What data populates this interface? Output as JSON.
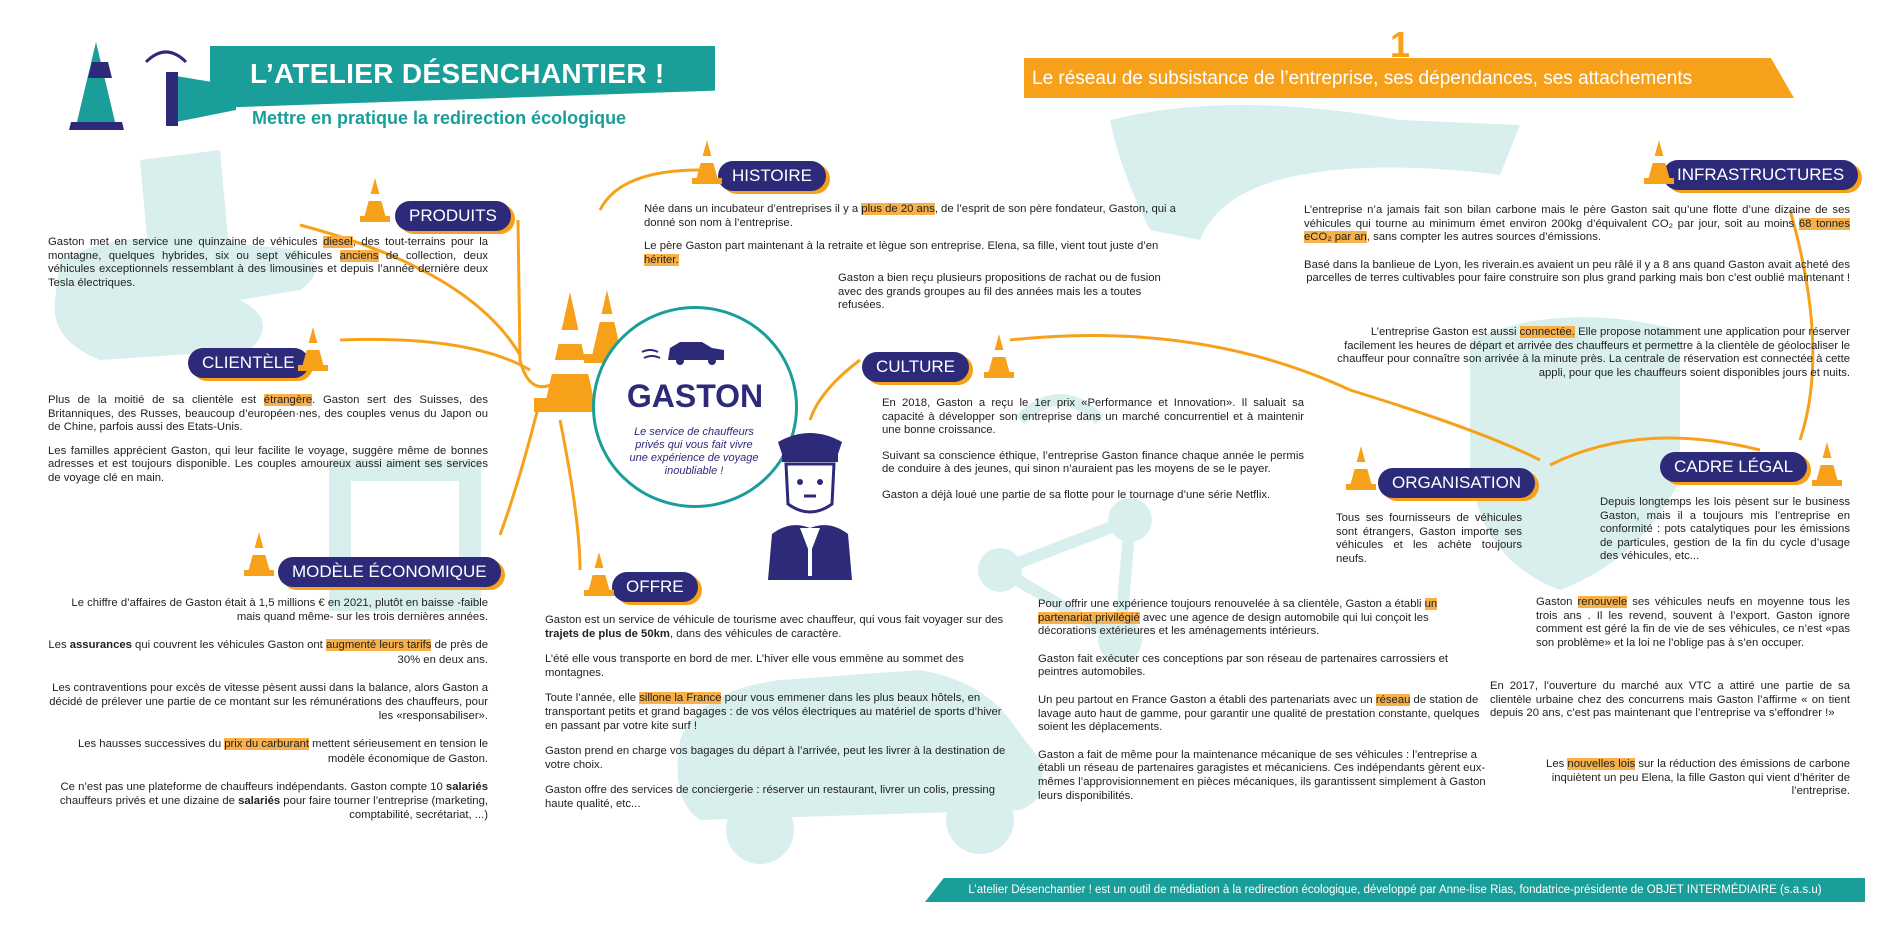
{
  "header": {
    "title": "L’ATELIER DÉSENCHANTIER !",
    "subtitle": "Mettre en pratique la redirection écologique",
    "number": "1",
    "banner": "Le réseau de subsistance de l’entreprise, ses dépendances, ses attachements"
  },
  "center": {
    "name": "GASTON",
    "tagline": "Le service de chauffeurs privés qui vous fait vivre une expérience de voyage inoubliable !"
  },
  "sections": {
    "produits": {
      "label": "PRODUITS",
      "p1": {
        "a": "Gaston met en service une quinzaine de véhicules ",
        "h1": "diesel",
        "b": ", des tout-terrains pour la montagne, quelques hybrides, six ou sept véhicules ",
        "h2": "anciens",
        "c": " de collection, deux véhicules exceptionnels ressemblant à des limousines et depuis l’année dernière deux Tesla électriques."
      }
    },
    "clientele": {
      "label": "CLIENTÈLE",
      "p1": {
        "a": "Plus de la moitié de sa clientèle est ",
        "h": "étrangère",
        "b": ". Gaston sert des Suisses, des Britanniques, des Russes, beaucoup d’européen·nes, des couples venus du Japon ou de Chine, parfois aussi des Etats-Unis."
      },
      "p2": "Les familles apprécient Gaston, qui leur facilite le voyage, suggère même de bonnes adresses et est toujours disponible. Les couples amoureux aussi aiment ses services de voyage clé en main."
    },
    "modele": {
      "label": "MODÈLE ÉCONOMIQUE",
      "p1": "Le chiffre d’affaires de Gaston était à 1,5 millions € en 2021, plutôt en baisse -faible mais quand même- sur les trois dernières années.",
      "p2": {
        "a": "Les ",
        "b1": "assurances",
        "b": " qui couvrent les véhicules Gaston ont ",
        "h": "augmenté leurs tarifs",
        "c": " de près de 30% en deux ans."
      },
      "p3": "Les contraventions pour excès de vitesse pèsent aussi dans la balance, alors Gaston a décidé de prélever une partie de ce montant sur les rémunérations des chauffeurs, pour les «responsabiliser».",
      "p4": {
        "a": "Les hausses successives du ",
        "h": "prix du carburant",
        "b": " mettent sérieusement en tension le modèle économique de Gaston."
      },
      "p5": {
        "a": "Ce n’est pas une plateforme de chauffeurs indépendants. Gaston compte 10 ",
        "b1": "salariés",
        "b": " chauffeurs privés et une dizaine de ",
        "b2": "salariés",
        "c": " pour faire tourner l’entreprise (marketing, comptabilité, secrétariat, ...)"
      }
    },
    "histoire": {
      "label": "HISTOIRE",
      "p1": {
        "a": "Née dans un incubateur d’entreprises il y a ",
        "h": "plus de 20 ans",
        "b": ", de l’esprit de son père fondateur, Gaston, qui a donné son nom à l’entreprise."
      },
      "p2": {
        "a": "Le père Gaston part maintenant à la retraite et lègue son entreprise.  Elena, sa fille, vient tout juste d’en ",
        "h": "hériter."
      },
      "p3": "Gaston a bien reçu plusieurs propositions de rachat ou de fusion avec des grands groupes au fil des années mais les a toutes refusées."
    },
    "culture": {
      "label": "CULTURE",
      "p1": "En 2018, Gaston a reçu le 1er prix «Performance et Innovation». Il saluait sa capacité à développer son entreprise dans un marché concurrentiel et à maintenir une bonne croissance.",
      "p2": "Suivant sa conscience éthique, l’entreprise Gaston finance chaque année le permis de conduire à des jeunes, qui sinon n’auraient pas les moyens de se le payer.",
      "p3": "Gaston a déjà loué une partie de sa flotte pour le tournage d’une série Netflix."
    },
    "offre": {
      "label": "OFFRE",
      "p1": {
        "a": "Gaston est un service de véhicule de tourisme avec chauffeur, qui vous fait voyager sur des ",
        "b1": "trajets de plus de 50km",
        "b": ", dans des véhicules de caractère."
      },
      "p2": "L’été elle vous transporte en bord de mer. L’hiver elle vous emmène au sommet des montagnes.",
      "p3": {
        "a": "Toute l’année, elle ",
        "h": "sillone la France",
        "b": " pour vous emmener dans les plus beaux hôtels, en transportant petits et grand bagages : de vos vélos électriques au matériel de sports d’hiver en passant par votre kite surf !"
      },
      "p4": "Gaston prend en charge vos bagages du départ à l’arrivée, peut les livrer à la destination de votre choix.",
      "p5": "Gaston offre des services de conciergerie : réserver un restaurant, livrer un colis, pressing haute qualité, etc..."
    },
    "partenariat": {
      "p1": {
        "a": "Pour offrir une expérience toujours renouvelée à sa clientèle, Gaston a établi ",
        "h": "un partenariat privilégié",
        "b": " avec une agence de design automobile qui lui conçoit les décorations extérieures et les aménagements intérieurs."
      },
      "p2": "Gaston fait exécuter ces conceptions par son réseau de partenaires carrossiers et peintres automobiles.",
      "p3": {
        "a": "Un peu partout en France Gaston a établi des partenariats avec un ",
        "h": "réseau",
        "b": " de station de lavage auto haut de gamme, pour garantir une qualité de prestation constante, quelques soient les déplacements."
      },
      "p4": "Gaston a fait de même pour la maintenance mécanique de ses véhicules : l’entreprise a établi un réseau de partenaires garagistes et mécaniciens. Ces indépendants gèrent eux-mêmes l’approvisionnement en pièces mécaniques, ils garantissent simplement à Gaston leurs disponibilités."
    },
    "infrastructures": {
      "label": "INFRASTRUCTURES",
      "p1": {
        "a": "L’entreprise n’a jamais fait son bilan carbone mais le père Gaston sait qu’une flotte d’une dizaine de ses véhicules qui tourne au minimum émet environ 200kg d’équivalent CO₂ par jour, soit au moins ",
        "h": "68 tonnes eCO₂ par an",
        "b": ", sans compter les autres sources d’émissions."
      },
      "p2": "Basé dans la banlieue de Lyon, les riverain.es avaient un peu râlé il y a 8 ans quand Gaston avait acheté des parcelles de terres cultivables pour faire construire son plus grand parking mais bon c’est oublié maintenant !",
      "p3": {
        "a": "L’entreprise Gaston est aussi ",
        "h": "connectée.",
        "b": " Elle propose notamment une application pour réserver facilement les heures de départ et arrivée des chauffeurs et permettre à la clientèle de géolocaliser le chauffeur pour connaître son arrivée à la minute près. La centrale de réservation est connectée à cette appli, pour que les chauffeurs soient disponibles jours et nuits."
      }
    },
    "organisation": {
      "label": "ORGANISATION",
      "p1": "Tous ses fournisseurs de véhicules sont étrangers, Gaston importe ses véhicules et les achète toujours neufs."
    },
    "cadre": {
      "label": "CADRE LÉGAL",
      "p1": "Depuis longtemps  les lois pèsent sur le business Gaston, mais il a toujours mis l’entreprise en conformité : pots catalytiques pour les émissions de particules, gestion de la fin du cycle d’usage des véhicules, etc...",
      "p2": {
        "a": "Gaston ",
        "h": "renouvele",
        "b": " ses véhicules neufs en moyenne tous les trois ans . Il les revend, souvent à l’export. Gaston ignore comment est géré la fin de vie de ses véhicules, ce n’est «pas son problème» et la loi ne l’oblige pas à s’en occuper."
      },
      "p3": "En 2017, l’ouverture du marché aux VTC a attiré une partie de sa clientèle urbaine chez des concurrens mais Gaston l’affirme « on tient depuis 20 ans, c’est pas maintenant que l’entreprise va s’effondrer !»",
      "p4": {
        "a": "Les ",
        "h": "nouvelles lois",
        "b": " sur la réduction des émissions de carbone inquiètent un peu Elena, la fille Gaston qui vient d’hériter de l’entreprise."
      }
    }
  },
  "footer": "L’atelier Désenchantier ! est un outil de médiation à la redirection écologique, développé par Anne-lise Rias, fondatrice-présidente de  OBJET INTERMÉDIAIRE (s.a.s.u)",
  "icons": [
    "traffic-cone-icon",
    "car-icon",
    "chauffeur-icon"
  ],
  "colors": {
    "teal": "#1a9e9a",
    "navy": "#2e2a7a",
    "orange": "#f7a11a",
    "highlight": "#f7b04a",
    "pale": "#d9efee"
  }
}
